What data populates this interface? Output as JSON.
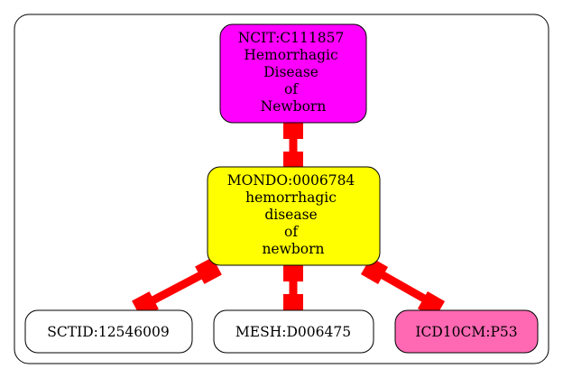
{
  "colors": {
    "ncit_fill": "#ff00ff",
    "mondo_fill": "#ffff00",
    "sctid_fill": "#ffffff",
    "mesh_fill": "#ffffff",
    "icd10_fill": "#ff69b4",
    "edge_color": "#ff0000",
    "border_color": "#000000"
  },
  "nodes": {
    "ncit": {
      "lines": [
        "NCIT:C111857",
        "Hemorrhagic",
        "Disease",
        "of",
        "Newborn"
      ]
    },
    "mondo": {
      "lines": [
        "MONDO:0006784",
        "hemorrhagic",
        "disease",
        "of",
        "newborn"
      ]
    },
    "sctid": {
      "lines": [
        "SCTID:12546009"
      ]
    },
    "mesh": {
      "lines": [
        "MESH:D006475"
      ]
    },
    "icd10": {
      "lines": [
        "ICD10CM:P53"
      ]
    }
  }
}
